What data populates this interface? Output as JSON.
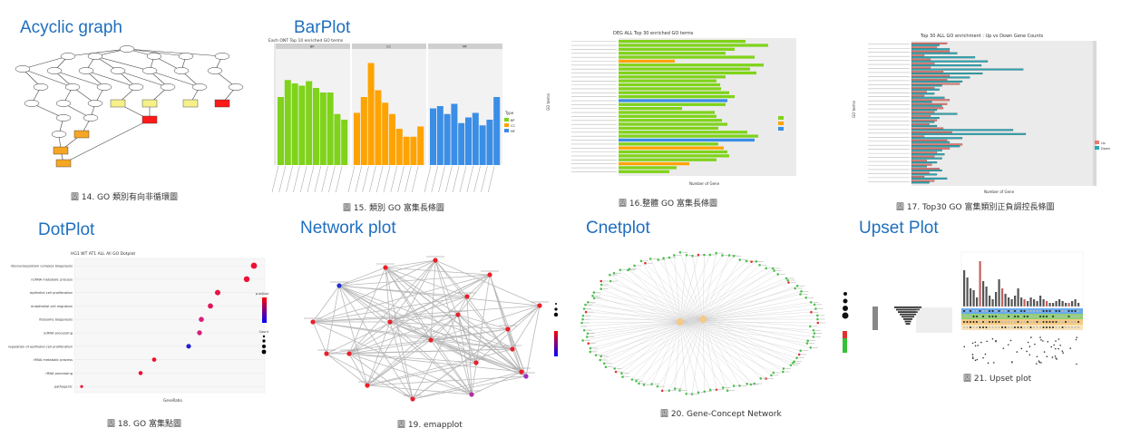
{
  "colors": {
    "title": "#1f6fbf",
    "green": "#7fd31a",
    "orange": "#ffa300",
    "blue": "#3a8ee6",
    "red": "#e8202a",
    "teal": "#2aa7b3",
    "salmon": "#e37a72"
  },
  "panels": [
    {
      "title": "Acyclic graph",
      "caption": "圖 14. GO 類別有向非循環圖"
    },
    {
      "title": "BarPlot",
      "caption": "圖 15. 類別 GO 富集長條圖",
      "chart_title": "Each ONT Top 10 enriched GO terms",
      "facets": [
        "BP",
        "CC",
        "MF"
      ],
      "legend_title": "Type",
      "legend_items": [
        "BP",
        "CC",
        "MF"
      ]
    },
    {
      "title": "",
      "caption": "圖 16.整體 GO 富集長條圖",
      "chart_title": "DEG ALL Top 30 enriched GO terms",
      "xlabel": "Number of Gene",
      "ylabel": "GO terms"
    },
    {
      "title": "",
      "caption": "圖 17. Top30 GO 富集類別正負調控長條圖",
      "chart_title": "Top 30 ALL GO enrichment : Up vs Down Gene Counts",
      "xlabel": "Number of Gene",
      "ylabel": "GO terms",
      "legend_items": [
        "Up",
        "Down"
      ]
    },
    {
      "title": "DotPlot",
      "caption": "圖 18. GO 富集點圖",
      "chart_title": "HG1 WT AT1 ALL All GO Dotplot",
      "xlabel": "GeneRatio",
      "terms": [
        "ribonucleoprotein complex biogenesis",
        "ncRNA metabolic process",
        "epithelial cell proliferation",
        "endothelial cell migration",
        "ribosome biogenesis",
        "ncRNA processing",
        "regulation of epithelial cell proliferation",
        "rRNA metabolic process",
        "rRNA processing",
        "pathogenic"
      ],
      "legend_titles": [
        "p.adjust",
        "Count"
      ]
    },
    {
      "title": "Network plot",
      "caption": "圖 19. emapplot"
    },
    {
      "title": "Cnetplot",
      "caption": "圖 20. Gene-Concept Network"
    },
    {
      "title": "Upset Plot",
      "caption": "圖 21. Upset plot"
    }
  ]
}
